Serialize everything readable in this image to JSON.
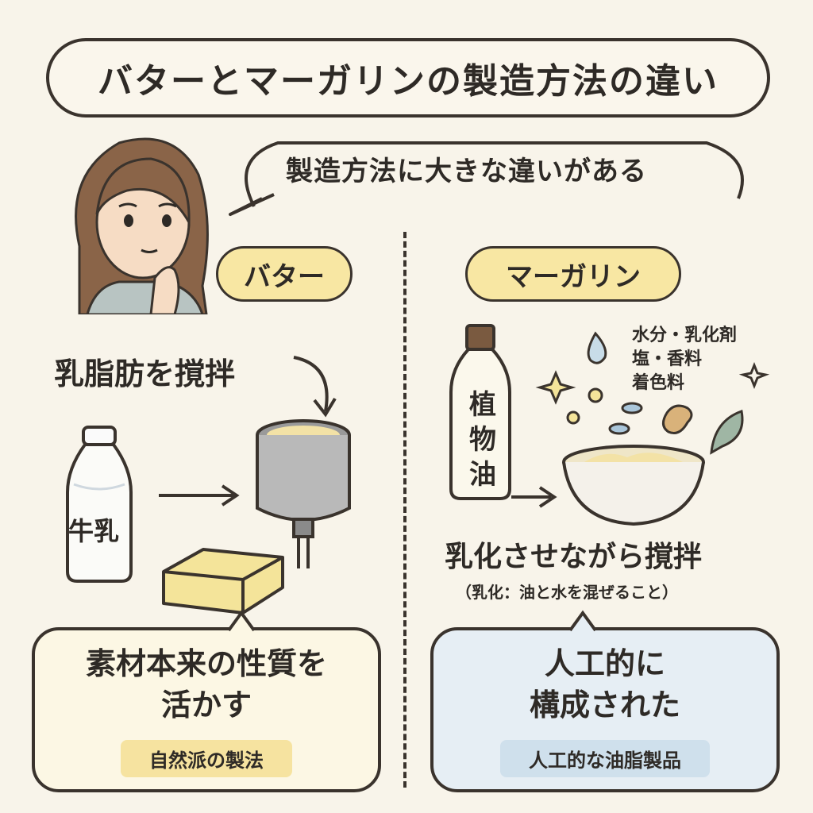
{
  "title": "バターとマーガリンの製造方法の違い",
  "speech": "製造方法に大きな違いがある",
  "butter": {
    "label": "バター",
    "step": "乳脂肪を撹拌",
    "milk_label": "牛乳",
    "summary_line1": "素材本来の性質を",
    "summary_line2": "活かす",
    "tag": "自然派の製法"
  },
  "margarine": {
    "label": "マーガリン",
    "oil_label": "植物油",
    "ingredients_line1": "水分・乳化剤",
    "ingredients_line2": "塩・香料",
    "ingredients_line3": "着色料",
    "step": "乳化させながら撹拌",
    "step_note": "（乳化：油と水を混ぜること）",
    "summary_line1": "人工的に",
    "summary_line2": "構成された",
    "tag": "人工的な油脂製品"
  },
  "colors": {
    "background": "#f8f4ea",
    "outline": "#3a332d",
    "pill": "#f8e7a3",
    "butter_box": "#fcf7e4",
    "margarine_box": "#e6eef4",
    "butter_yellow": "#f4e49a",
    "margarine_blue": "#cfe0ec"
  }
}
